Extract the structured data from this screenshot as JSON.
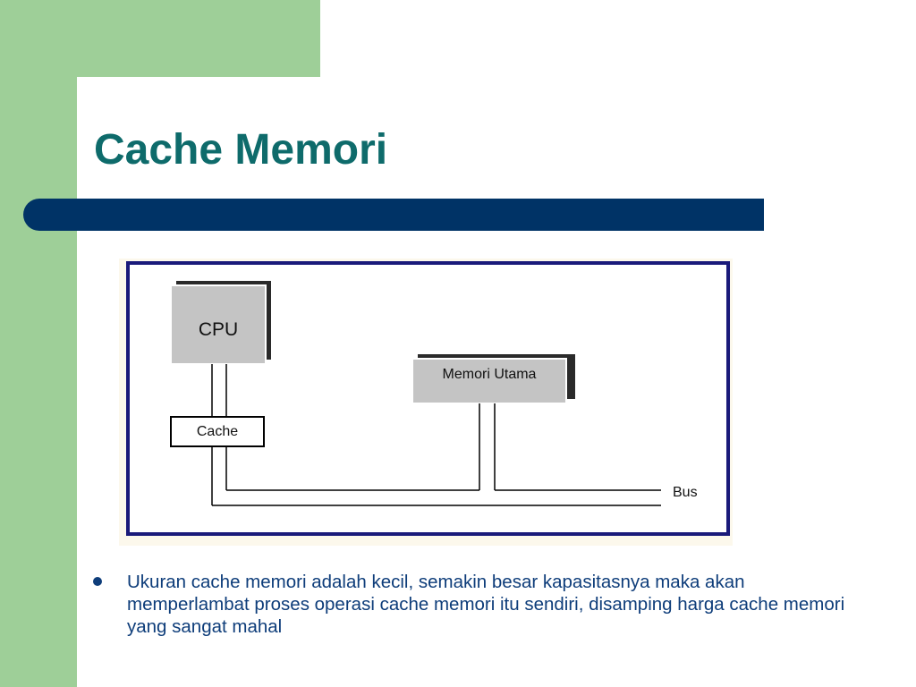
{
  "slide": {
    "title": "Cache Memori",
    "bullets": [
      "Ukuran cache memori adalah kecil, semakin besar kapasitasnya maka akan memperlambat proses operasi cache memori itu sendiri, disamping harga cache memori yang sangat mahal"
    ]
  },
  "diagram": {
    "cpu_label": "CPU",
    "cache_label": "Cache",
    "main_memory_label": "Memori Utama",
    "bus_label": "Bus"
  },
  "colors": {
    "accent_green": "#9ecf98",
    "title_teal": "#0e6b6b",
    "bar_navy": "#003366",
    "frame_navy": "#1a1a7a",
    "text_blue": "#0e3d7a"
  }
}
